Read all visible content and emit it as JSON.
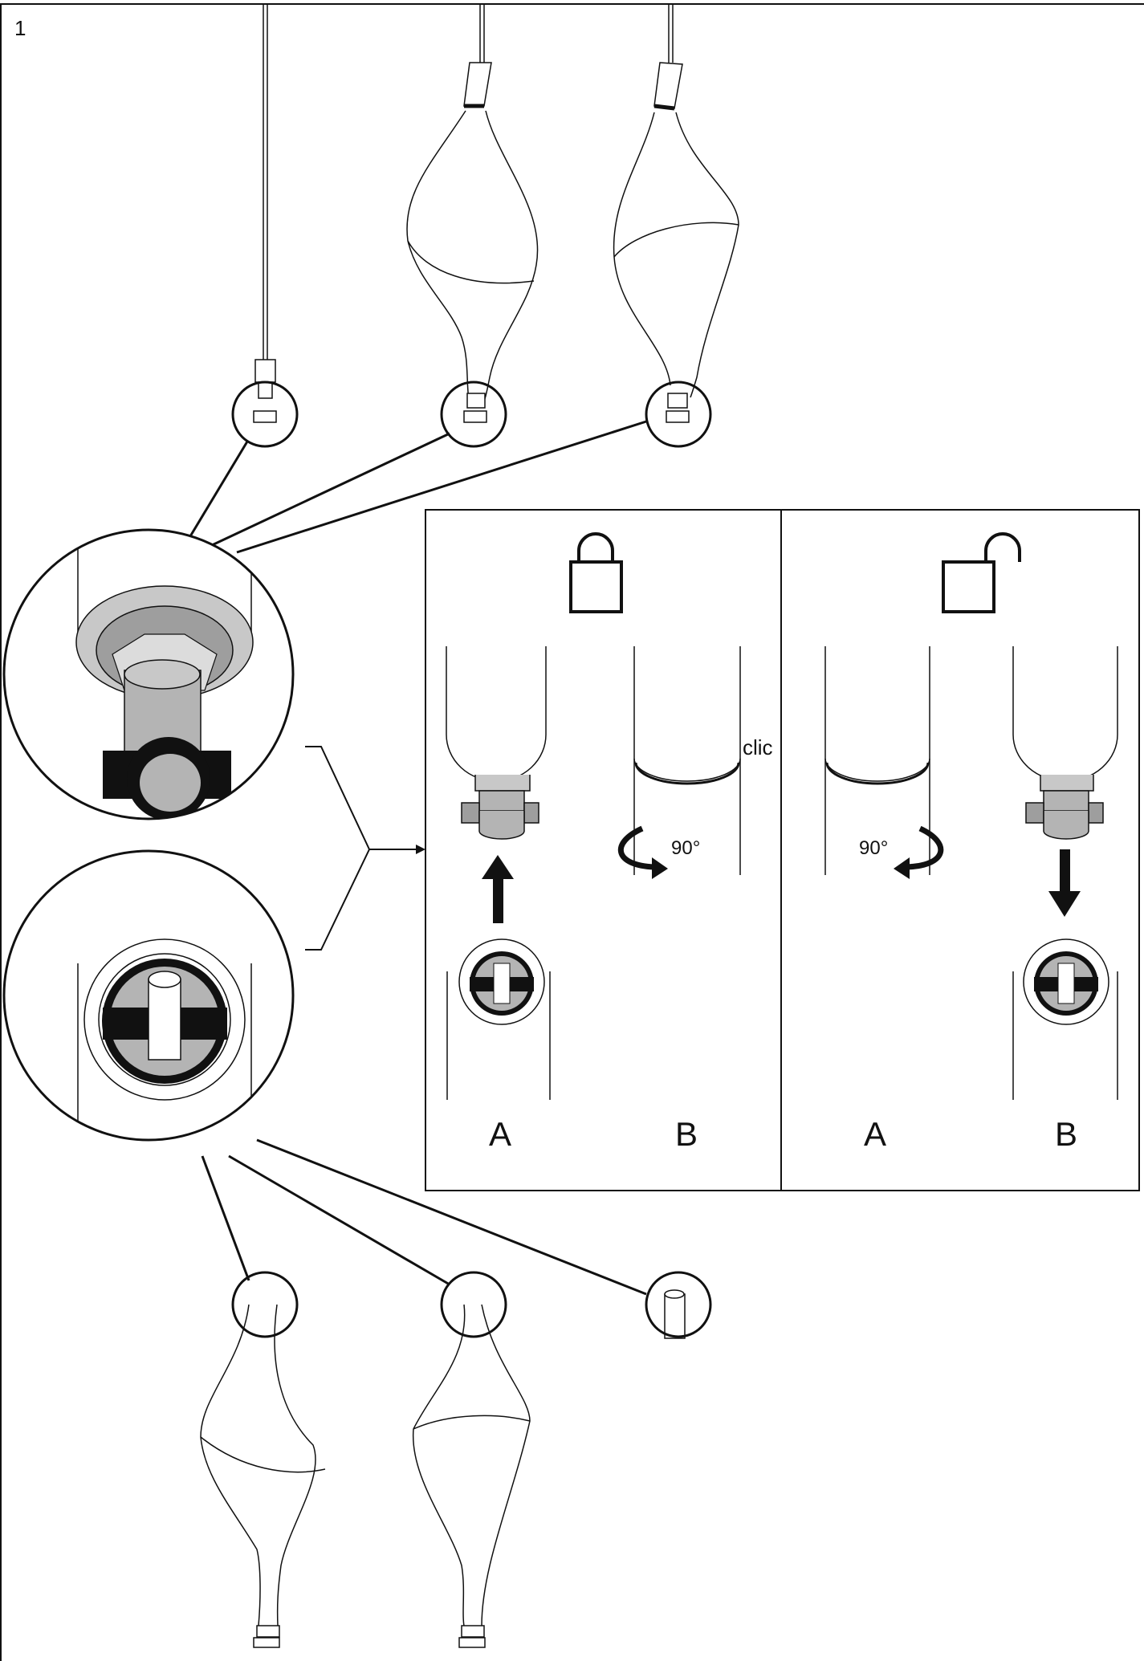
{
  "page": {
    "step_number": "1"
  },
  "lock_panel": {
    "state_icon": "padlock-closed-icon",
    "step_a_label": "A",
    "step_b_label": "B",
    "click_label": "clic",
    "rotation_label": "90°"
  },
  "unlock_panel": {
    "state_icon": "padlock-open-icon",
    "step_a_label": "A",
    "step_b_label": "B",
    "rotation_label": "90°"
  },
  "colors": {
    "ink": "#111111",
    "metal": "#b4b4b4",
    "metal_dark": "#8c8c8c",
    "paper": "#ffffff"
  }
}
